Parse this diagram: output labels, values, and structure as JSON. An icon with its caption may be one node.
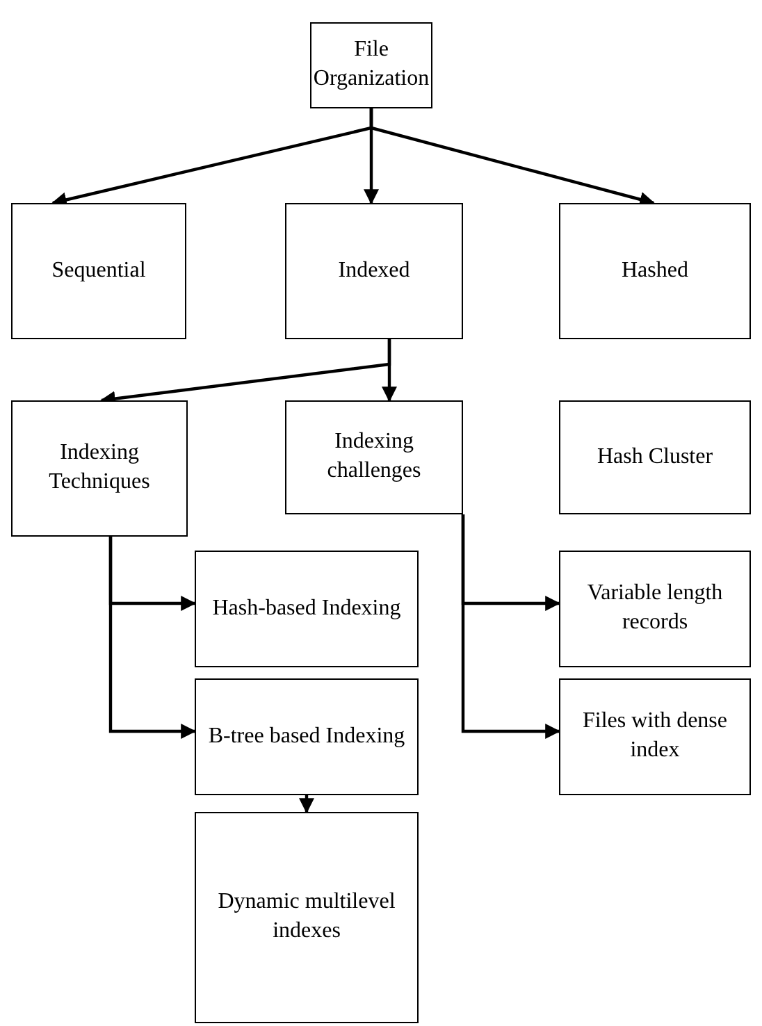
{
  "diagram": {
    "nodes": [
      {
        "text": [
          "File Organization"
        ]
      },
      {
        "text": [
          "Sequential"
        ]
      },
      {
        "text": [
          "Indexed"
        ]
      },
      {
        "text": [
          "Hashed"
        ]
      },
      {
        "text": [
          "Indexing Techniques"
        ]
      },
      {
        "text": [
          "Indexing challenges"
        ]
      },
      {
        "text": [
          "Hash Cluster"
        ]
      },
      {
        "text": [
          "Hash-based Indexing"
        ]
      },
      {
        "text": [
          "B-tree based Indexing"
        ]
      },
      {
        "text": [
          "Variable length records"
        ]
      },
      {
        "text": [
          "Files with dense index"
        ]
      },
      {
        "text": [
          "Dynamic multilevel indexes"
        ]
      }
    ],
    "edges": [
      {
        "from": 0,
        "to": 1,
        "arrow": "to"
      },
      {
        "from": 0,
        "to": 2,
        "arrow": "to"
      },
      {
        "from": 0,
        "to": 3,
        "arrow": "to"
      },
      {
        "from": 2,
        "to": 4,
        "arrow": "to"
      },
      {
        "from": 2,
        "to": 5,
        "arrow": "to"
      },
      {
        "from": 4,
        "to": 7,
        "arrow": "to"
      },
      {
        "from": 4,
        "to": 8,
        "arrow": "to"
      },
      {
        "from": 5,
        "to": 9,
        "arrow": "to"
      },
      {
        "from": 5,
        "to": 10,
        "arrow": "to"
      },
      {
        "from": 8,
        "to": 11,
        "arrow": "to"
      }
    ]
  }
}
